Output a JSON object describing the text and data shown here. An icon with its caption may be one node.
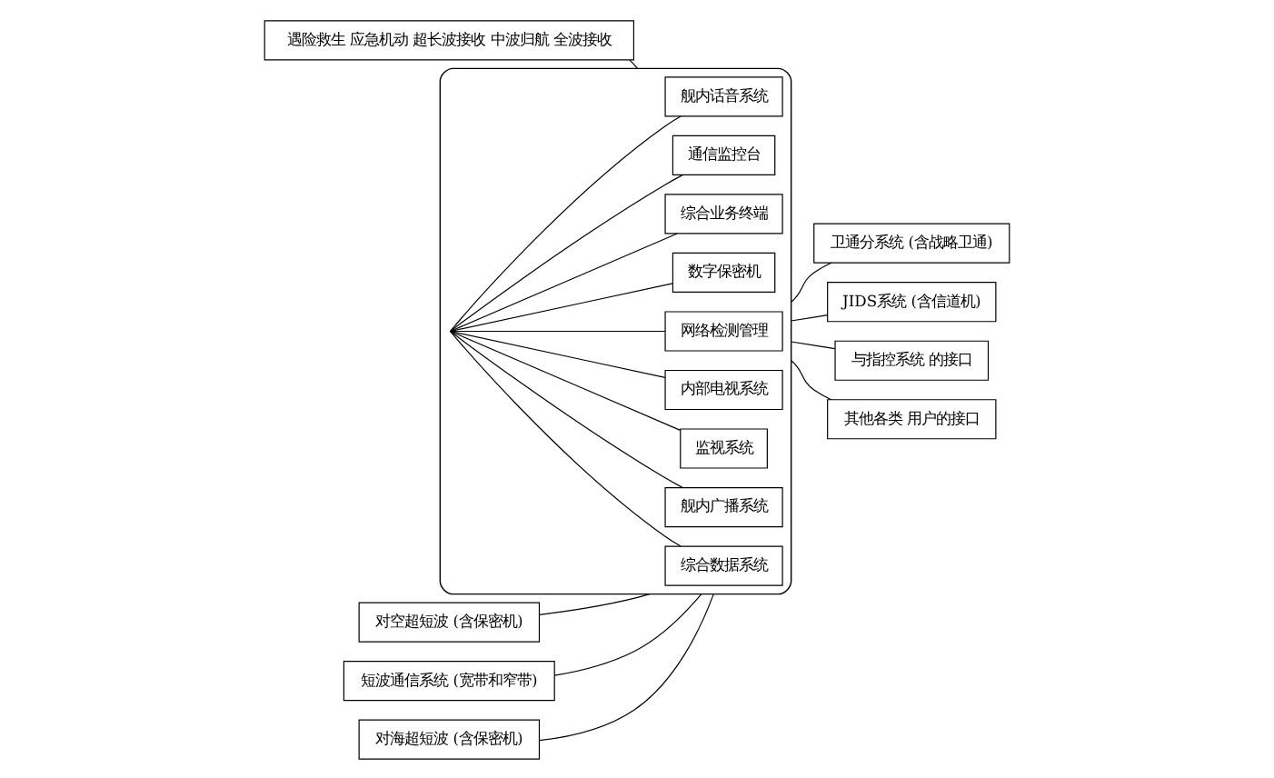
{
  "diagram": {
    "nodes": [
      {
        "text": [
          "遇险救生 应急机动 超长波接收 中波归航 全波接收"
        ]
      },
      {
        "text": [],
        "shape": "box"
      },
      {
        "text": [
          "短波通信系统 (宽带和窄带)"
        ]
      },
      {
        "text": [
          "对海超短波 (含保密机)"
        ]
      },
      {
        "text": [
          "对空超短波 (含保密机)"
        ]
      },
      {
        "text": [
          "综合数据系统"
        ],
        "in": 1
      },
      {
        "text": [
          "数字保密机"
        ],
        "in": 1
      },
      {
        "text": [
          "综合业务终端"
        ],
        "in": 1
      },
      {
        "text": [
          "通信监控台"
        ],
        "in": 1
      },
      {
        "text": [
          "舰内话音系统"
        ],
        "in": 1
      },
      {
        "text": [
          "舰内广播系统"
        ],
        "in": 1
      },
      {
        "text": [
          "监视系统"
        ],
        "in": 1
      },
      {
        "text": [
          "内部电视系统"
        ],
        "in": 1
      },
      {
        "text": [
          "网络检测管理"
        ],
        "in": 1
      },
      {
        "text": [
          "卫通分系统 (含战略卫通)"
        ]
      },
      {
        "text": [
          "JIDS系统 (含信道机)"
        ]
      },
      {
        "text": [
          "与指控系统 的接口"
        ]
      },
      {
        "text": [
          "其他各类 用户的接口"
        ]
      }
    ],
    "edges": [
      {
        "from": 0,
        "to": 1,
        "arrow": "none"
      },
      {
        "from": 2,
        "to": 1,
        "arrow": "none"
      },
      {
        "from": 3,
        "to": 1,
        "arrow": "none"
      },
      {
        "from": 4,
        "to": 1,
        "arrow": "none"
      },
      {
        "from": 5,
        "to": 1,
        "arrow": "none"
      },
      {
        "from": 6,
        "to": 1,
        "arrow": "none"
      },
      {
        "from": 7,
        "to": 1,
        "arrow": "none"
      },
      {
        "from": 8,
        "to": 1,
        "arrow": "none"
      },
      {
        "from": 9,
        "to": 1,
        "arrow": "none"
      },
      {
        "from": 10,
        "to": 1,
        "arrow": "none"
      },
      {
        "from": 11,
        "to": 1,
        "arrow": "none"
      },
      {
        "from": 12,
        "to": 1,
        "arrow": "none"
      },
      {
        "from": 13,
        "to": 1,
        "arrow": "none"
      },
      {
        "from": 1,
        "to": 14,
        "arrow": "none"
      },
      {
        "from": 1,
        "to": 15,
        "arrow": "none"
      },
      {
        "from": 1,
        "to": 16,
        "arrow": "none"
      },
      {
        "from": 1,
        "to": 17,
        "arrow": "none"
      }
    ]
  }
}
